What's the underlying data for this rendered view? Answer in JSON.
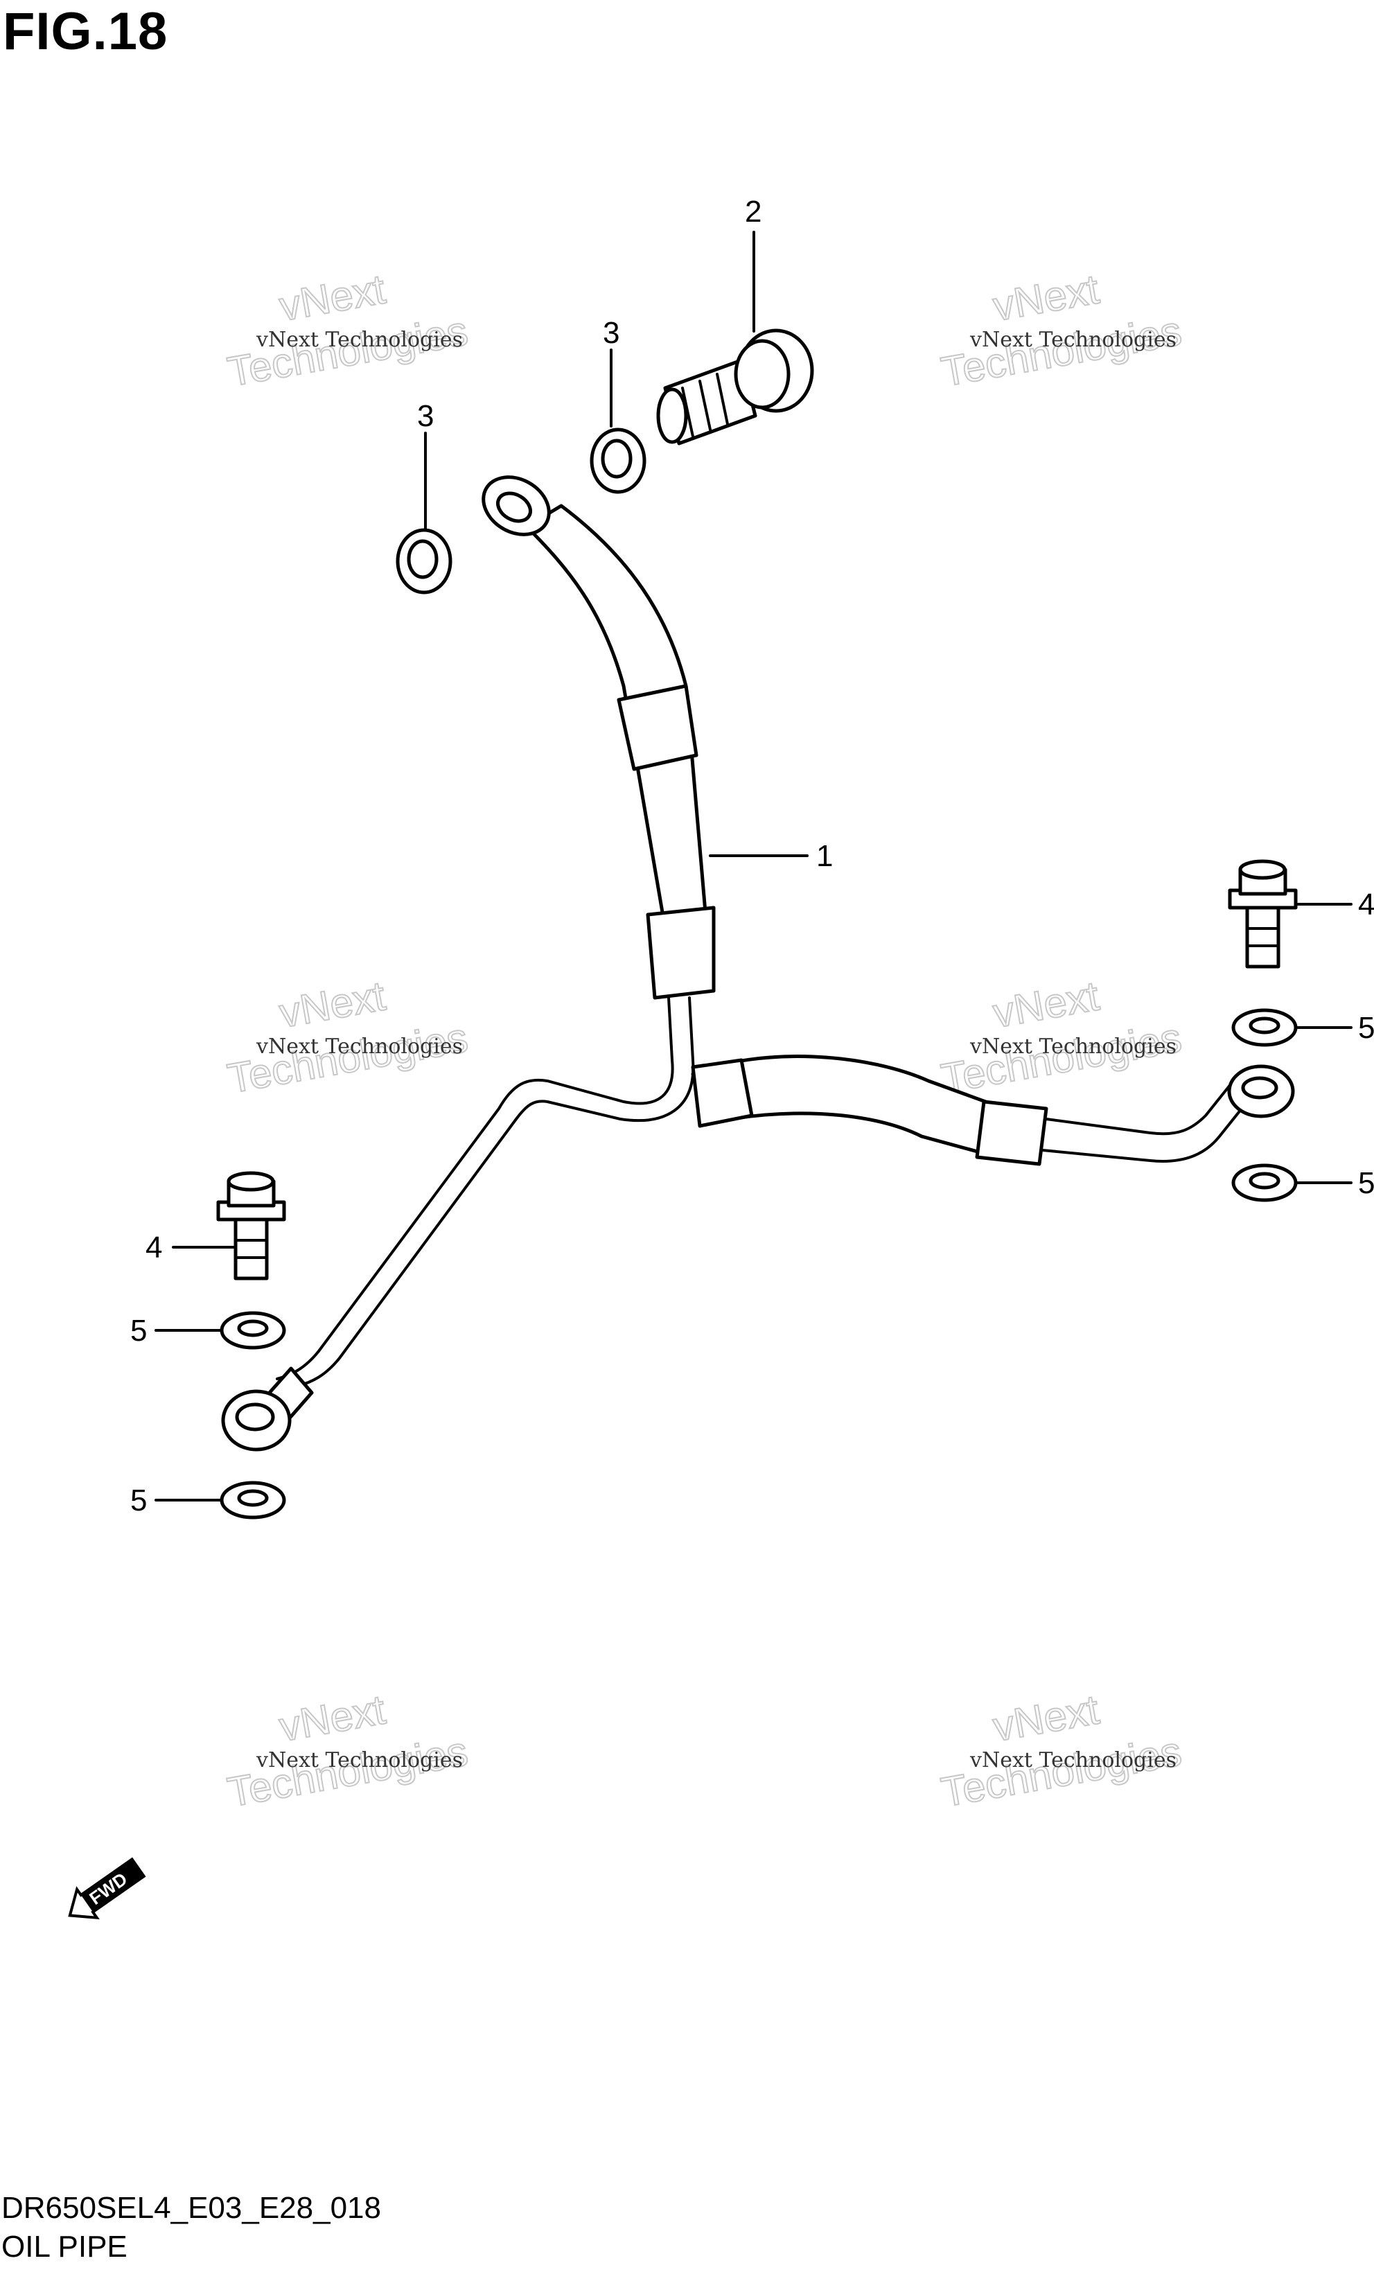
{
  "figure": {
    "title": "FIG.18",
    "code": "DR650SEL4_E03_E28_018",
    "name": "OIL PIPE"
  },
  "callouts": {
    "c1": "1",
    "c2": "2",
    "c3a": "3",
    "c3b": "3",
    "c4a": "4",
    "c4b": "4",
    "c5a": "5",
    "c5b": "5",
    "c5c": "5",
    "c5d": "5"
  },
  "watermark": {
    "small": "vNext Technologies",
    "big_line1": "vNext",
    "big_line2": "Technologies"
  },
  "direction_badge": "FWD"
}
